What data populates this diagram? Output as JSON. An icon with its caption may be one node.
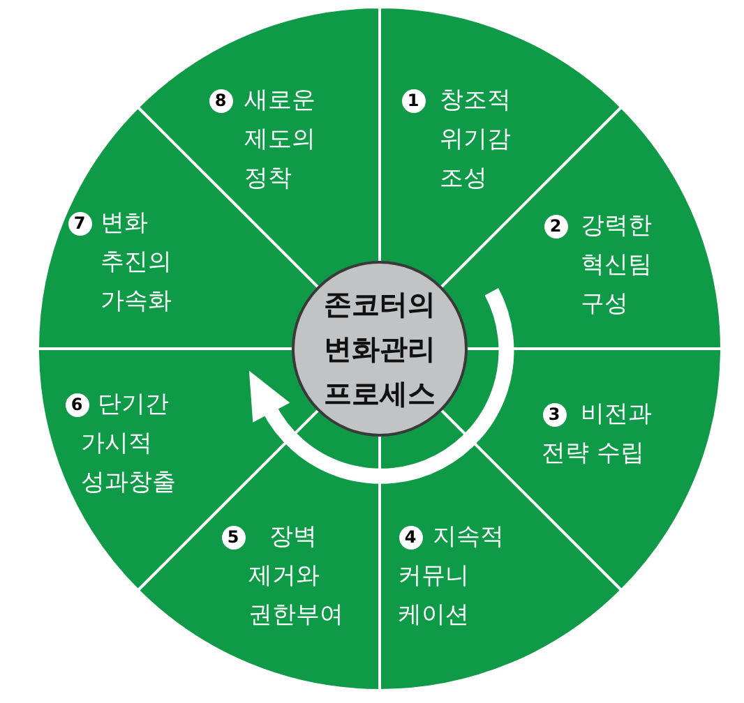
{
  "diagram": {
    "nodes": [
      {
        "text": [
          "1",
          "창조적 위기감 조성"
        ]
      },
      {
        "text": [
          "2",
          "강력한 혁신팀 구성"
        ]
      },
      {
        "text": [
          "3",
          "비전과 전략 수립"
        ]
      },
      {
        "text": [
          "4",
          "지속적 커뮤니 케이션"
        ]
      },
      {
        "text": [
          "5",
          "장벽 제거와 권한부여"
        ]
      },
      {
        "text": [
          "6",
          "단기간 가시적 성과창출"
        ]
      },
      {
        "text": [
          "7",
          "변화 추진의 가속화"
        ]
      },
      {
        "text": [
          "8",
          "새로운 제도의 정착"
        ]
      },
      {
        "text": [
          "존코터의 변화관리 프로세스"
        ]
      }
    ]
  }
}
